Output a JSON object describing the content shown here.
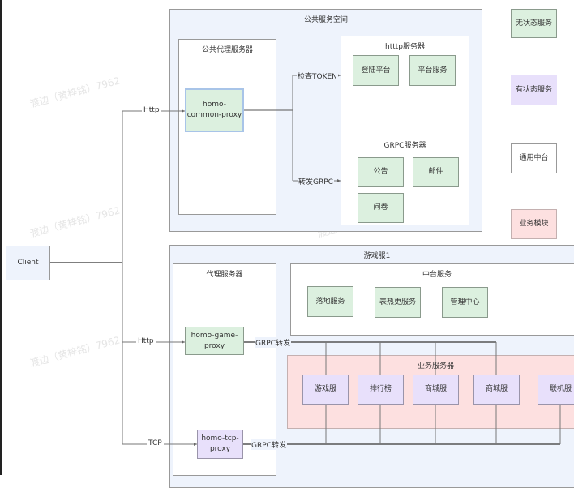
{
  "client": {
    "label": "Client"
  },
  "public_space": {
    "title": "公共服务空间",
    "proxy_group": {
      "title": "公共代理服务器",
      "proxy": "homo-common-proxy"
    },
    "http_group": {
      "title": "htttp服务器",
      "items": [
        "登陆平台",
        "平台服务"
      ]
    },
    "grpc_group": {
      "title": "GRPC服务器",
      "items": [
        "公告",
        "邮件",
        "问卷"
      ]
    },
    "edge_labels": {
      "check_token": "检查TOKEN",
      "forward_grpc": "转发GRPC"
    }
  },
  "game_server": {
    "title": "游戏服1",
    "proxy_group": {
      "title": "代理服务器",
      "game_proxy": "homo-game-proxy",
      "tcp_proxy": "homo-tcp-proxy"
    },
    "middle_group": {
      "title": "中台服务",
      "items": [
        "落地服务",
        "表热更服务",
        "管理中心"
      ]
    },
    "business_group": {
      "title": "业务服务器",
      "items": [
        "游戏服",
        "排行榜",
        "商城服",
        "商城服",
        "联机服"
      ]
    },
    "edge_labels": {
      "grpc_forward_1": "GRPC转发",
      "grpc_forward_2": "GRPC转发"
    }
  },
  "client_edges": {
    "http_top": "Http",
    "http_game": "Http",
    "tcp": "TCP"
  },
  "legend": {
    "stateless": "无状态服务",
    "stateful": "有状态服务",
    "common_platform": "通用中台",
    "business_module": "业务模块"
  },
  "watermark": "渡边（黄梓铭）7962"
}
